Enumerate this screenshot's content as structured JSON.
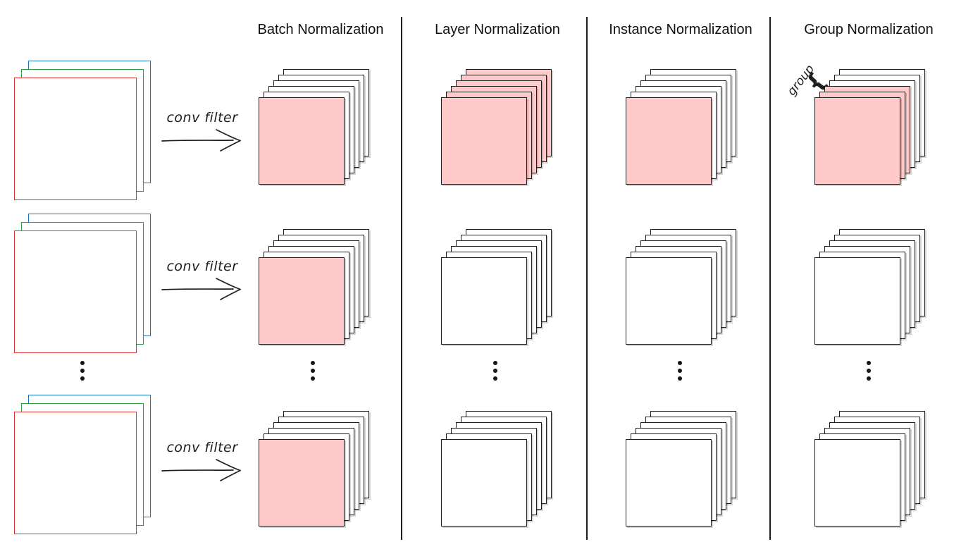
{
  "diagram": {
    "headers": [
      {
        "id": "batch",
        "label": "Batch Normalization"
      },
      {
        "id": "layer",
        "label": "Layer Normalization"
      },
      {
        "id": "instance",
        "label": "Instance Normalization"
      },
      {
        "id": "group",
        "label": "Group Normalization"
      }
    ],
    "conv_filter_label": "conv filter",
    "group_label": "group",
    "group_brace_glyph": "{",
    "colors": {
      "highlight_fill": "#ffc9c9",
      "stroke_dark": "#1e1e1e",
      "input_red": "#e03131",
      "input_green": "#2f9e44",
      "input_blue": "#1971c2"
    },
    "input_rows": 3,
    "channels_per_stack": 6,
    "input_channels": [
      "red",
      "green",
      "blue"
    ],
    "panels": [
      {
        "name": "batch",
        "rows": [
          {
            "highlighted": [
              0
            ]
          },
          {
            "highlighted": [
              0
            ]
          },
          {
            "highlighted": [
              0
            ]
          }
        ]
      },
      {
        "name": "layer",
        "rows": [
          {
            "highlighted": [
              0,
              1,
              2,
              3,
              4,
              5
            ]
          },
          {
            "highlighted": []
          },
          {
            "highlighted": []
          }
        ]
      },
      {
        "name": "instance",
        "rows": [
          {
            "highlighted": [
              0
            ]
          },
          {
            "highlighted": []
          },
          {
            "highlighted": []
          }
        ]
      },
      {
        "name": "group",
        "rows": [
          {
            "highlighted": [
              0,
              1,
              2
            ]
          },
          {
            "highlighted": []
          },
          {
            "highlighted": []
          }
        ],
        "group_size": 3
      }
    ]
  }
}
